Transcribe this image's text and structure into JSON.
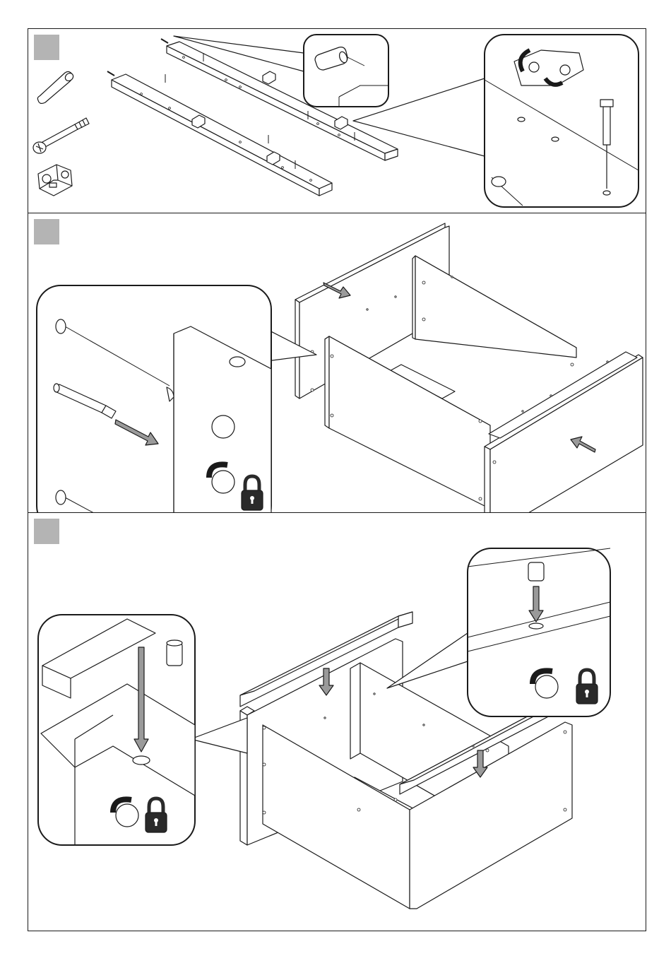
{
  "page": {
    "steps": [
      {
        "id": 1,
        "badge_color": "#b4b4b4"
      },
      {
        "id": 2,
        "badge_color": "#b4b4b4"
      },
      {
        "id": 3,
        "badge_color": "#b4b4b4"
      }
    ],
    "colors": {
      "line": "#1a1a1a",
      "panel_fill": "#ffffff",
      "arrow_fill": "#9a9a9a",
      "lock_fill": "#2a2a2a",
      "badge": "#b4b4b4"
    },
    "icons": [
      "dowel-icon",
      "cam-bolt-icon",
      "cam-lock-connector-icon",
      "lock-icon",
      "rotate-arrow-icon",
      "push-arrow-icon"
    ]
  }
}
